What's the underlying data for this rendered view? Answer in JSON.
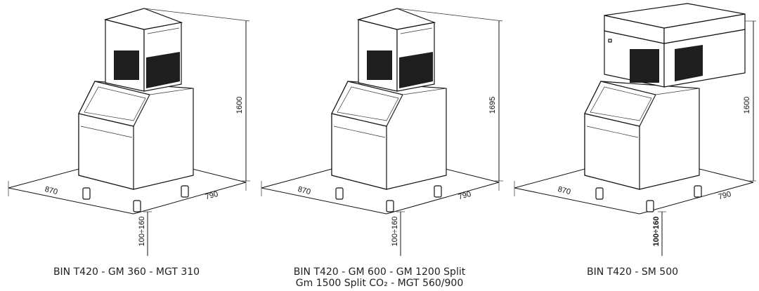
{
  "panels": [
    {
      "caption_lines": [
        "BIN T420 - GM 360 - MGT 310",
        ""
      ],
      "height": "1600",
      "depth_left": "870",
      "depth_right": "790",
      "leg": "100÷160"
    },
    {
      "caption_lines": [
        "BIN T420 - GM 600 - GM 1200 Split",
        "Gm 1500 Split CO₂ - MGT 560/900"
      ],
      "height": "1695",
      "depth_left": "870",
      "depth_right": "790",
      "leg": "100÷160"
    },
    {
      "caption_lines": [
        "BIN T420 - SM 500",
        ""
      ],
      "height": "1600",
      "depth_left": "870",
      "depth_right": "790",
      "leg": "100÷160"
    }
  ]
}
